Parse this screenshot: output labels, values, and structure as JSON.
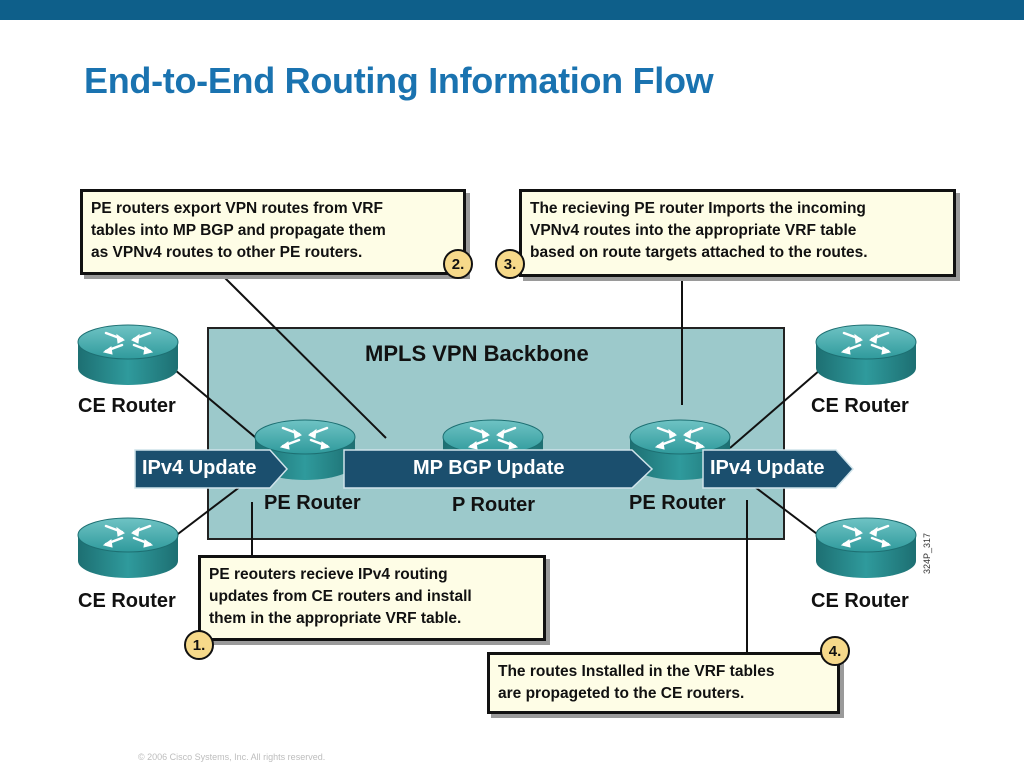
{
  "title": "End-to-End Routing Information Flow",
  "backbone_label": "MPLS VPN Backbone",
  "router_labels": {
    "ce_top_left": "CE Router",
    "ce_bottom_left": "CE Router",
    "ce_top_right": "CE Router",
    "ce_bottom_right": "CE Router",
    "pe_left": "PE Router",
    "p_center": "P Router",
    "pe_right": "PE Router"
  },
  "arrows": {
    "ipv4_left": "IPv4 Update",
    "mp_bgp": "MP BGP Update",
    "ipv4_right": "IPv4 Update"
  },
  "callouts": {
    "step1": {
      "badge": "1.",
      "lines": [
        "PE reouters recieve IPv4 routing",
        "updates from CE routers and install",
        "them in the appropriate VRF table."
      ]
    },
    "step2": {
      "badge": "2.",
      "lines": [
        "PE routers export VPN routes from VRF",
        "tables into MP BGP and propagate them",
        "as VPNv4 routes to other PE routers."
      ]
    },
    "step3": {
      "badge": "3.",
      "lines": [
        "The recieving PE router Imports the incoming",
        "VPNv4 routes into the appropriate VRF table",
        "based on route targets attached to the routes."
      ]
    },
    "step4": {
      "badge": "4.",
      "lines": [
        "The routes Installed in the VRF tables",
        "are propageted to the CE routers."
      ]
    }
  },
  "figure_code": "324P_317",
  "footer": "© 2006 Cisco Systems, Inc. All rights reserved.",
  "colors": {
    "top_bar": "#0e5f8a",
    "title": "#1a73b0",
    "backbone": "#9cc9cb",
    "arrow_fill": "#1b4f6e",
    "router": "#2a8f92",
    "callout_bg": "#fefde6",
    "badge": "#f6d98a"
  }
}
